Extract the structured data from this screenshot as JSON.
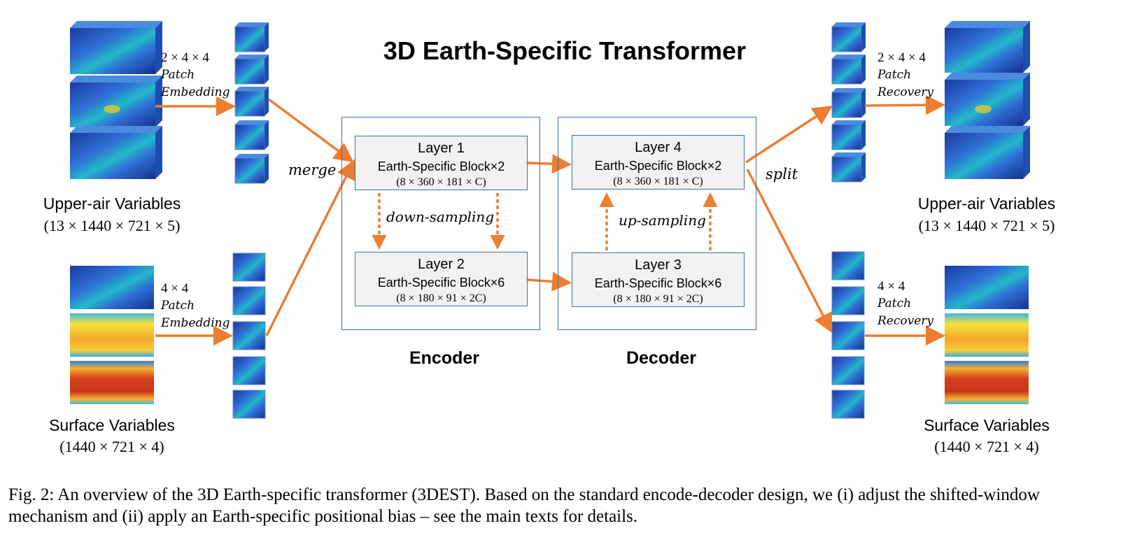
{
  "title": "3D Earth-Specific Transformer",
  "input": {
    "upper_label": "Upper-air Variables",
    "upper_dims": "(13 × 1440 × 721 × 5)",
    "surface_label": "Surface Variables",
    "surface_dims": "(1440 × 721 × 4)",
    "upper_patch_size": "2 × 4 × 4",
    "surface_patch_size": "4 × 4",
    "patch_word": "Patch",
    "embedding_word": "Embedding"
  },
  "output": {
    "upper_label": "Upper-air Variables",
    "upper_dims": "(13 × 1440 × 721 × 5)",
    "surface_label": "Surface Variables",
    "surface_dims": "(1440 × 721 × 4)",
    "upper_patch_size": "2 × 4 × 4",
    "surface_patch_size": "4 × 4",
    "patch_word": "Patch",
    "recovery_word": "Recovery"
  },
  "merge_label": "merge",
  "split_label": "split",
  "encoder": {
    "label": "Encoder",
    "sampling_label": "down-sampling",
    "layers": [
      {
        "name": "Layer 1",
        "block": "Earth-Specific Block×2",
        "dims": "(8 × 360 × 181 × C)"
      },
      {
        "name": "Layer 2",
        "block": "Earth-Specific Block×6",
        "dims": "(8 × 180 × 91 × 2C)"
      }
    ]
  },
  "decoder": {
    "label": "Decoder",
    "sampling_label": "up-sampling",
    "layers": [
      {
        "name": "Layer 4",
        "block": "Earth-Specific Block×2",
        "dims": "(8 × 360 × 181 × C)"
      },
      {
        "name": "Layer 3",
        "block": "Earth-Specific Block×6",
        "dims": "(8 × 180 × 91 × 2C)"
      }
    ]
  },
  "caption": "Fig. 2: An overview of the 3D Earth-specific transformer (3DEST). Based on the standard encode-decoder design, we (i) adjust the shifted-window mechanism and (ii) apply an Earth-specific positional bias – see the main texts for details.",
  "colors": {
    "arrow": "#ed7d31",
    "box_border": "#41719c",
    "layer_fill": "#f2f2f2",
    "field_dark": "#1f3fa8",
    "field_warm": "#d63a1a"
  }
}
